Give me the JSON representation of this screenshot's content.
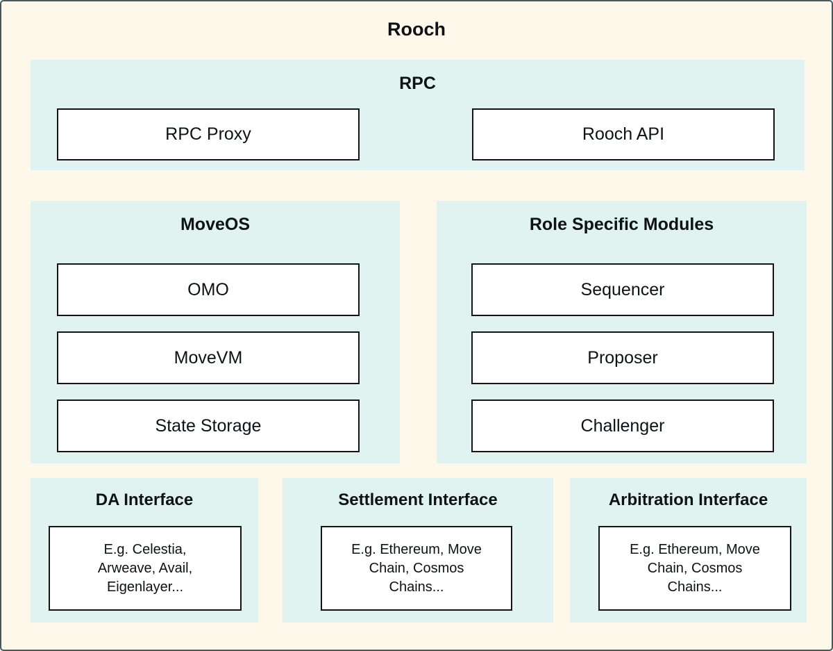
{
  "diagram": {
    "title": "Rooch",
    "colors": {
      "page_bg": "#FDF8E9",
      "section_bg": "#E0F3F1",
      "box_border": "#141414",
      "outer_border": "#46595F",
      "text": "#0E1116"
    },
    "sections": {
      "rpc": {
        "title": "RPC",
        "boxes": [
          "RPC Proxy",
          "Rooch API"
        ]
      },
      "moveos": {
        "title": "MoveOS",
        "boxes": [
          "OMO",
          "MoveVM",
          "State Storage"
        ]
      },
      "roles": {
        "title": "Role Specific Modules",
        "boxes": [
          "Sequencer",
          "Proposer",
          "Challenger"
        ]
      },
      "da": {
        "title": "DA Interface",
        "box": "E.g. Celestia,\nArweave, Avail,\nEigenlayer..."
      },
      "settlement": {
        "title": "Settlement Interface",
        "box": "E.g. Ethereum, Move\nChain, Cosmos\nChains..."
      },
      "arbitration": {
        "title": "Arbitration Interface",
        "box": "E.g. Ethereum, Move\nChain, Cosmos\nChains..."
      }
    }
  }
}
